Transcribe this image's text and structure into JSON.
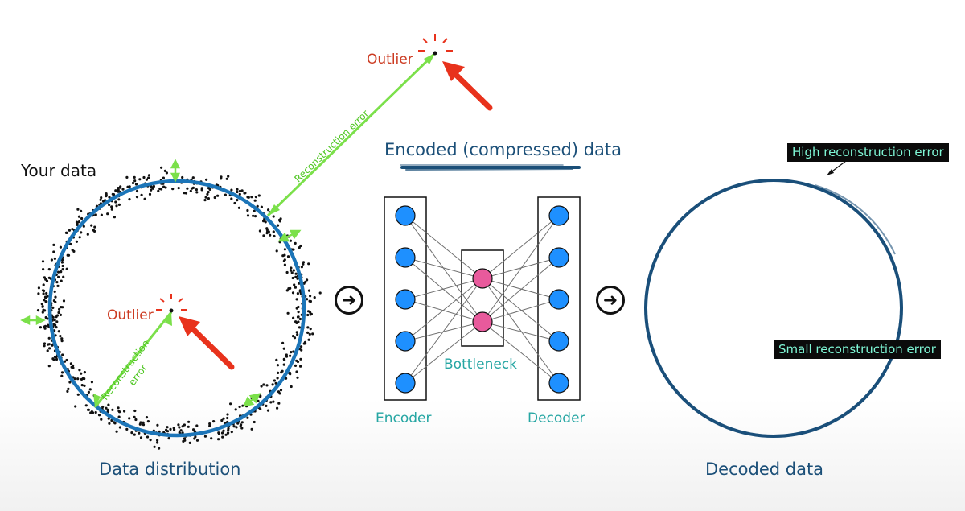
{
  "labels": {
    "your_data": "Your data",
    "data_distribution": "Data distribution",
    "encoded": "Encoded (compressed) data",
    "encoder": "Encoder",
    "decoder": "Decoder",
    "bottleneck": "Bottleneck",
    "decoded": "Decoded data",
    "outlier_inner": "Outlier",
    "outlier_outer": "Outlier",
    "recon_outer": "Reconstruction error",
    "recon_inner_1": "Reconstruction",
    "recon_inner_2": "error",
    "high_error": "High reconstruction error",
    "small_error": "Small reconstruction error"
  },
  "network": {
    "encoder_nodes": 5,
    "bottleneck_nodes": 2,
    "decoder_nodes": 5
  },
  "colors": {
    "ring": "#1c75b8",
    "decoded_ring": "#1a4f7a",
    "node_outer": "#1e90ff",
    "node_bottleneck": "#e85a9c",
    "error_line": "#7be04a",
    "outlier_arrow": "#e8321c",
    "teal_text": "#26a6a3",
    "title_text": "#1b4f78"
  },
  "icons": {
    "flow_arrow": "right-arrow-icon",
    "outlier_marker": "burst-icon"
  }
}
